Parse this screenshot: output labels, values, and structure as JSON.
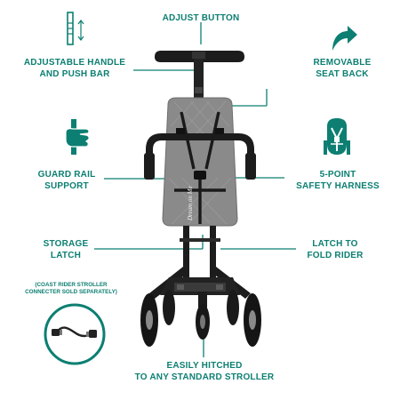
{
  "colors": {
    "accent": "#0c7f72",
    "frame": "#1c1c1c",
    "fabric": "#8a8a8a"
  },
  "brand_mark": "Dream on Me",
  "labels": {
    "adjust_button": "ADJUST BUTTON",
    "handle": [
      "ADJUSTABLE HANDLE",
      "AND PUSH BAR"
    ],
    "seat_back": [
      "REMOVABLE",
      "SEAT BACK"
    ],
    "guard_rail": [
      "GUARD RAIL",
      "SUPPORT"
    ],
    "harness": [
      "5-POINT",
      "SAFETY HARNESS"
    ],
    "storage": [
      "STORAGE",
      "LATCH"
    ],
    "fold": [
      "LATCH TO",
      "FOLD RIDER"
    ],
    "connector_note": [
      "(COAST RIDER STROLLER",
      "CONNECTER SOLD SEPARATELY)"
    ],
    "hitch": [
      "EASILY HITCHED",
      "TO ANY STANDARD STROLLER"
    ]
  },
  "icons": [
    "handle-height-icon",
    "curved-arrow-icon",
    "hand-grip-icon",
    "harness-icon",
    "connector-cable-icon"
  ]
}
